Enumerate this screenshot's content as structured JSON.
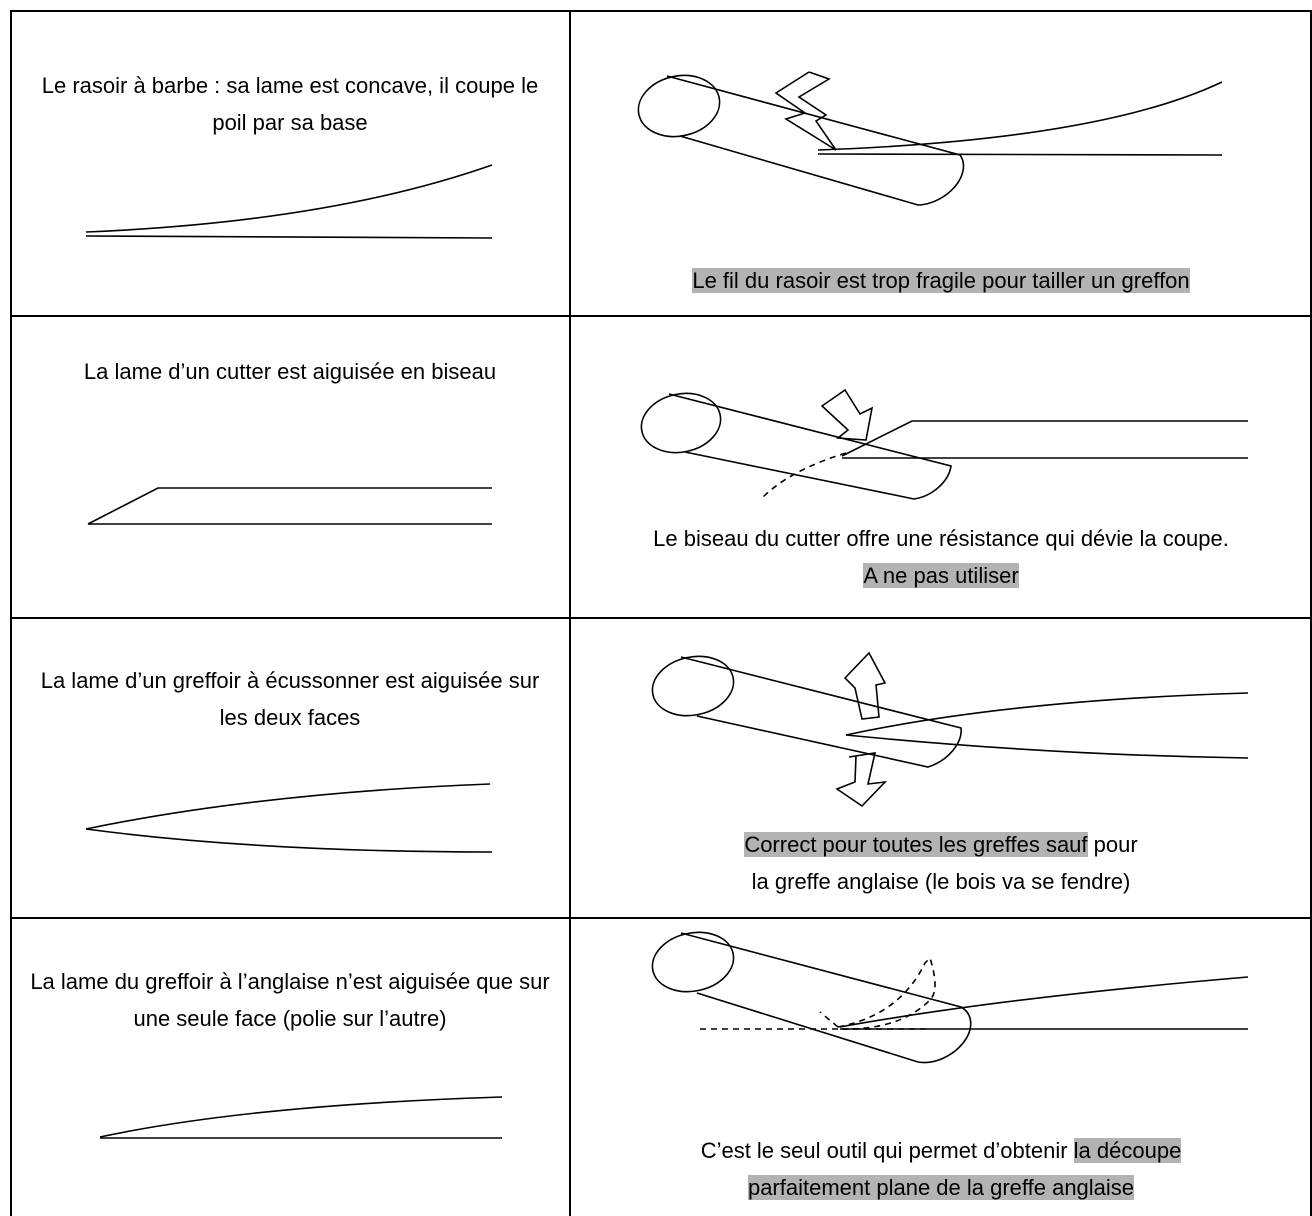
{
  "rows": [
    {
      "left_text": "Le rasoir à barbe : sa lame est concave, il coupe le poil par sa base",
      "right_text_plain": "",
      "right_text_highlight": "Le fil du rasoir est trop fragile pour tailler un greffon"
    },
    {
      "left_text": "La lame d’un cutter est aiguisée en biseau",
      "right_text_plain": "Le biseau du cutter offre une résistance qui dévie la coupe.",
      "right_text_highlight": "A ne pas utiliser"
    },
    {
      "left_text": "La lame d’un greffoir à écussonner est aiguisée sur les deux faces",
      "right_text_highlight": "Correct pour toutes les greffes sauf",
      "right_text_plain": " pour",
      "right_text_line2": "la greffe anglaise (le bois va se fendre)"
    },
    {
      "left_text": "La lame du greffoir à l’anglaise n’est aiguisée que sur une seule face (polie sur l’autre)",
      "right_text_plain": "C’est le seul outil qui permet d’obtenir ",
      "right_text_highlight": "la découpe",
      "right_text_highlight_line2": "parfaitement plane de la greffe anglaise"
    }
  ],
  "colors": {
    "highlight": "#b3b3b3",
    "line": "#000000"
  }
}
